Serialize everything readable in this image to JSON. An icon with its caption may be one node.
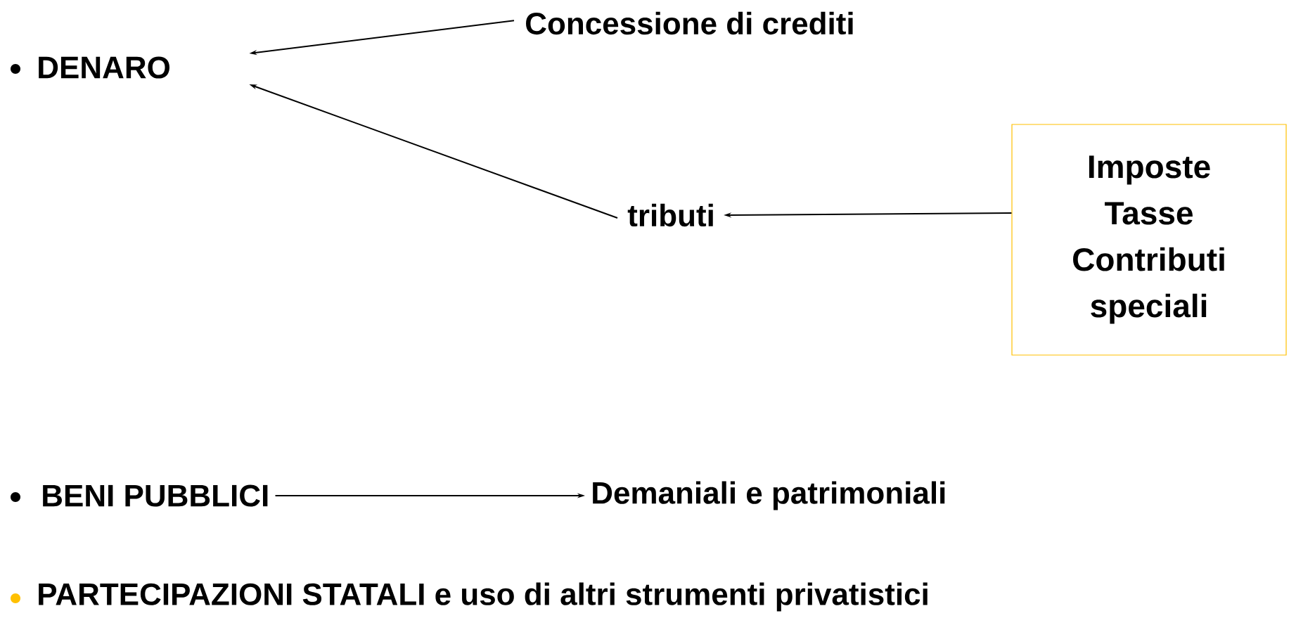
{
  "diagram": {
    "nodes": [
      {
        "text": [
          "DENARO"
        ]
      },
      {
        "text": [
          "Concessione di crediti"
        ]
      },
      {
        "text": [
          "tributi"
        ]
      },
      {
        "text": [
          "Imposte",
          "Tasse",
          "Contributi speciali"
        ]
      },
      {
        "text": [
          "BENI PUBBLICI"
        ]
      },
      {
        "text": [
          "Demaniali e patrimoniali"
        ]
      }
    ],
    "edges": [
      {
        "from": 1,
        "to": 0,
        "arrow": "to"
      },
      {
        "from": 2,
        "to": 0,
        "arrow": "to"
      },
      {
        "from": 3,
        "to": 2,
        "arrow": "to"
      },
      {
        "from": 4,
        "to": 5,
        "arrow": "to"
      }
    ],
    "labels": [
      "PARTECIPAZIONI STATALI e uso di altri strumenti privatistici"
    ]
  }
}
